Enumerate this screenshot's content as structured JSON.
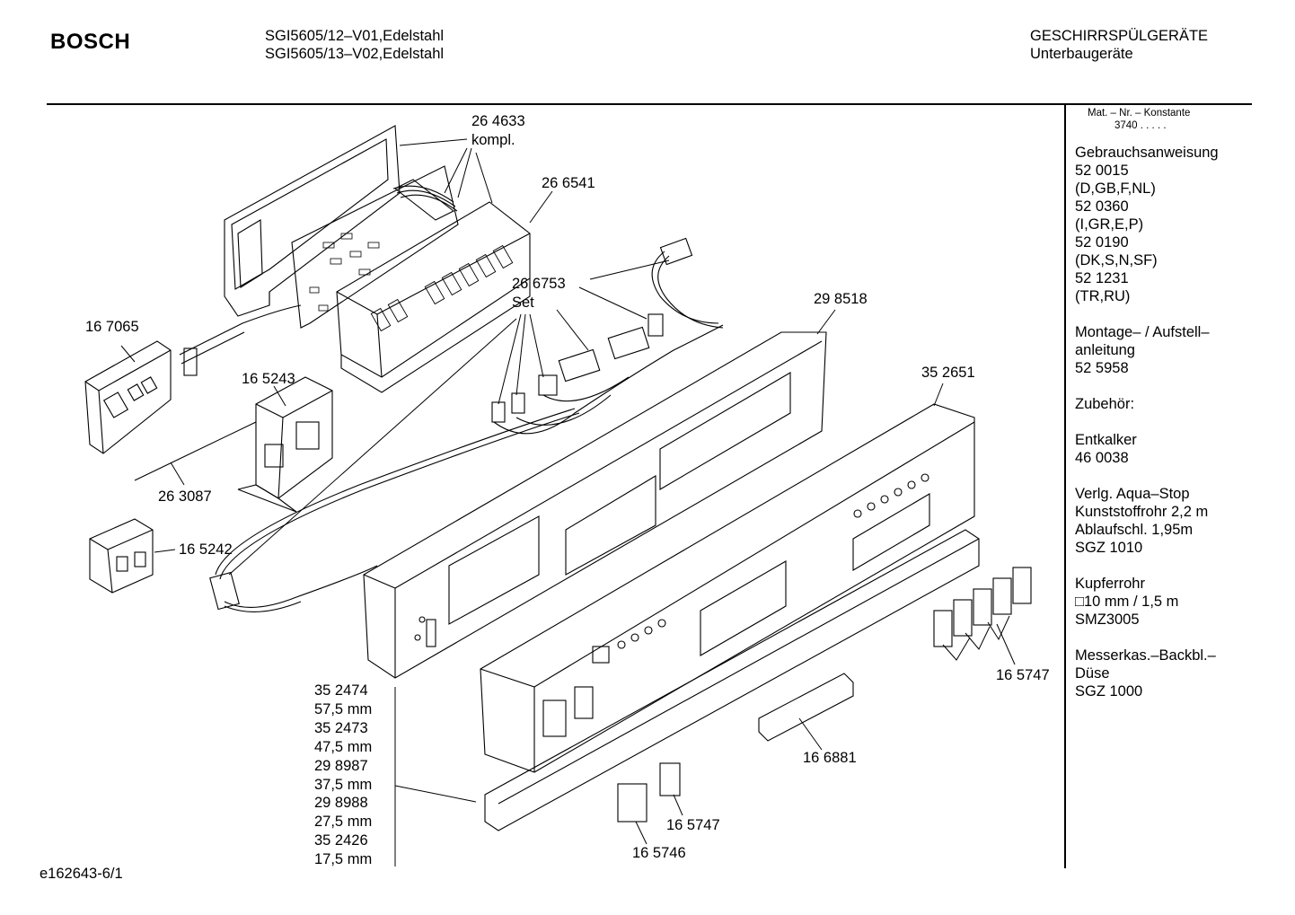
{
  "header": {
    "brand": "BOSCH",
    "models": [
      "SGI5605/12–V01,Edelstahl",
      "SGI5605/13–V02,Edelstahl"
    ],
    "category": [
      "GESCHIRRSPÜLGERÄTE",
      "Unterbaugeräte"
    ]
  },
  "sidebar": {
    "mat_label": "Mat. – Nr. – Konstante",
    "mat_value": "3740  .  .  .  .  .",
    "lines": [
      "Gebrauchsanweisung",
      "52 0015",
      "(D,GB,F,NL)",
      "52 0360",
      "(I,GR,E,P)",
      "52 0190",
      "(DK,S,N,SF)",
      "52 1231",
      "(TR,RU)",
      "",
      "Montage– / Aufstell–",
      "anleitung",
      "52 5958",
      "",
      "Zubehör:",
      "",
      "Entkalker",
      "46 0038",
      "",
      "Verlg. Aqua–Stop",
      "Kunststoffrohr 2,2 m",
      "Ablaufschl. 1,95m",
      "SGZ 1010",
      "",
      "Kupferrohr",
      "□10 mm / 1,5 m",
      "SMZ3005",
      "",
      "Messerkas.–Backbl.–",
      "Düse",
      "SGZ 1000"
    ]
  },
  "parts": {
    "p264633": "26 4633",
    "p264633b": "kompl.",
    "p266541": "26 6541",
    "p266753": "26 6753",
    "p266753b": "Set",
    "p167065": "16 7065",
    "p165243": "16 5243",
    "p298518": "29 8518",
    "p352651": "35 2651",
    "p263087": "26 3087",
    "p165242": "16 5242",
    "p165747a": "16 5747",
    "p166881": "16 6881",
    "p165747b": "16 5747",
    "p165746": "16 5746"
  },
  "mm_list": [
    "35 2474",
    "57,5 mm",
    "35 2473",
    "47,5 mm",
    "29 8987",
    "37,5 mm",
    "29 8988",
    "27,5 mm",
    "35 2426",
    "17,5 mm"
  ],
  "footer": "e162643-6/1"
}
